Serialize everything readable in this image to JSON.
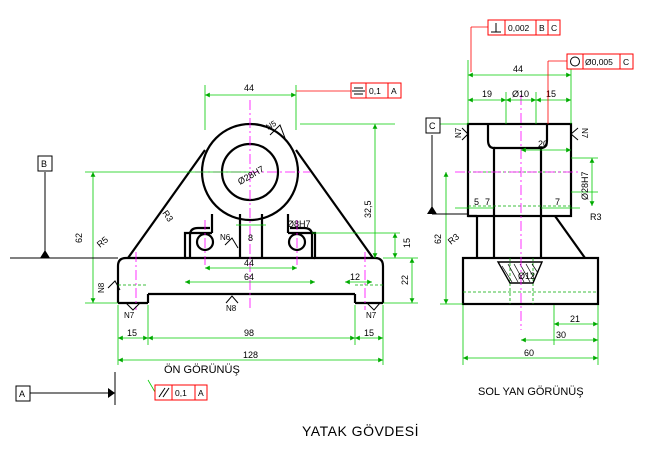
{
  "title": "YATAK GÖVDESİ",
  "views": {
    "front_label": "ÖN GÖRÜNÜŞ",
    "side_label": "SOL YAN GÖRÜNÜŞ"
  },
  "datums": [
    "A",
    "B",
    "C"
  ],
  "colors": {
    "outline": "#000000",
    "dimension": "#00cc00",
    "centerline": "#ff00ff",
    "tolerance_frame": "#ff0000"
  },
  "tolerance_frames": {
    "symmetry": {
      "symbol": "symmetry",
      "value": "0,1",
      "datum": "A"
    },
    "parallel": {
      "symbol": "parallel",
      "value": "0,1",
      "datum": "A"
    },
    "perpendicular": {
      "symbol": "perpendicular",
      "value": "0,002",
      "datums": [
        "B",
        "C"
      ]
    },
    "circularity": {
      "symbol": "circularity",
      "value": "Ø0,005",
      "datum": "C"
    }
  },
  "front_dimensions": {
    "top_width": "44",
    "bore": "Ø28H7",
    "height_total": "62",
    "height_hub": "32,5",
    "height_15": "15",
    "height_22": "22",
    "hole": "Ø8H7",
    "hole_spacing_44": "44",
    "hole_spacing_64": "64",
    "slot_12": "12",
    "dim_15_left": "15",
    "dim_98": "98",
    "dim_15_right": "15",
    "dim_128": "128",
    "dim_8": "8",
    "radius_r5": "R5",
    "radius_r3": "R3"
  },
  "side_dimensions": {
    "width_44": "44",
    "dim_19": "19",
    "dim_phi10": "Ø10",
    "dim_15": "15",
    "dim_20": "20",
    "bore": "Ø28H7",
    "dim_5": "5",
    "dim_7_left": "7",
    "dim_7_right": "7",
    "radius_r3_left": "R3",
    "radius_r3_right": "R3",
    "height_62": "62",
    "dim_phi12": "Ø12",
    "dim_21": "21",
    "dim_30": "30",
    "dim_60": "60"
  },
  "surface_marks": {
    "front_n5": "N5",
    "front_n6": "N6",
    "front_n8_left": "N8",
    "front_n8_bottom": "N8",
    "front_n7_left": "N7",
    "front_n7_right": "N7",
    "side_n7_left": "N7",
    "side_n7_right": "N7"
  }
}
